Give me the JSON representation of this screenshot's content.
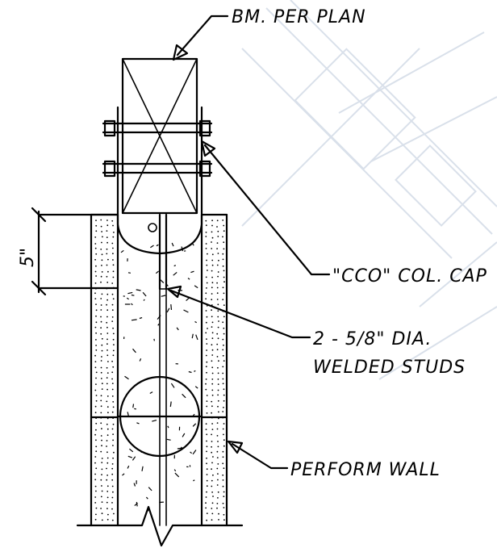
{
  "labels": {
    "beam": "BM. PER PLAN",
    "col_cap": "\"CCO\" COL. CAP",
    "studs_line1": "2 - 5/8\" DIA.",
    "studs_line2": "WELDED STUDS",
    "wall": "PERFORM WALL",
    "dimension": "5\""
  },
  "colors": {
    "line": "#000000",
    "background": "#ffffff",
    "watermark": "#d9e0ea"
  }
}
